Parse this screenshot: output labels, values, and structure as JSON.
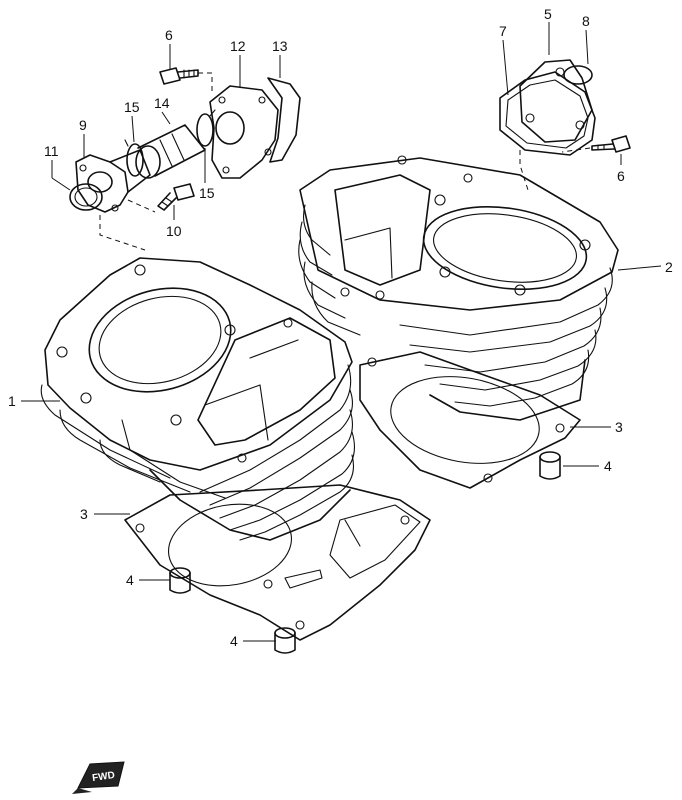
{
  "callouts": {
    "c1": "1",
    "c2": "2",
    "c3a": "3",
    "c3b": "3",
    "c4a": "4",
    "c4b": "4",
    "c4c": "4",
    "c5": "5",
    "c6a": "6",
    "c6b": "6",
    "c7": "7",
    "c8": "8",
    "c9": "9",
    "c10": "10",
    "c11": "11",
    "c12": "12",
    "c13": "13",
    "c14": "14",
    "c15a": "15",
    "c15b": "15"
  },
  "fwd_label": "FWD"
}
